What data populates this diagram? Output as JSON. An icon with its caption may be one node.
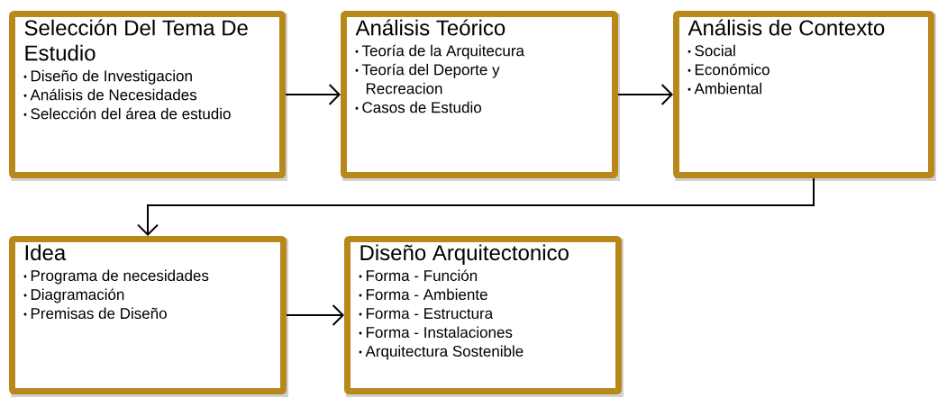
{
  "diagram": {
    "nodes": [
      {
        "text": [
          "Selección Del Tema De Estudio",
          "Diseño de Investigacion",
          "Análisis de Necesidades",
          "Selección del área de estudio"
        ]
      },
      {
        "text": [
          "Análisis Teórico",
          "Teoría de la Arquitecura",
          "Teoría del Deporte y Recreacion",
          "Casos de Estudio"
        ]
      },
      {
        "text": [
          "Análisis de Contexto",
          "Social",
          "Económico",
          "Ambiental"
        ]
      },
      {
        "text": [
          "Idea",
          "Programa de necesidades",
          "Diagramación",
          "Premisas de Diseño"
        ]
      },
      {
        "text": [
          "Diseño Arquitectonico",
          "Forma - Función",
          "Forma - Ambiente",
          "Forma - Estructura",
          "Forma - Instalaciones",
          "Arquitectura Sostenible"
        ]
      }
    ],
    "edges": [
      {
        "from": 0,
        "to": 1,
        "arrow": "to"
      },
      {
        "from": 1,
        "to": 2,
        "arrow": "to"
      },
      {
        "from": 2,
        "to": 3,
        "arrow": "to"
      },
      {
        "from": 3,
        "to": 4,
        "arrow": "to"
      }
    ]
  }
}
